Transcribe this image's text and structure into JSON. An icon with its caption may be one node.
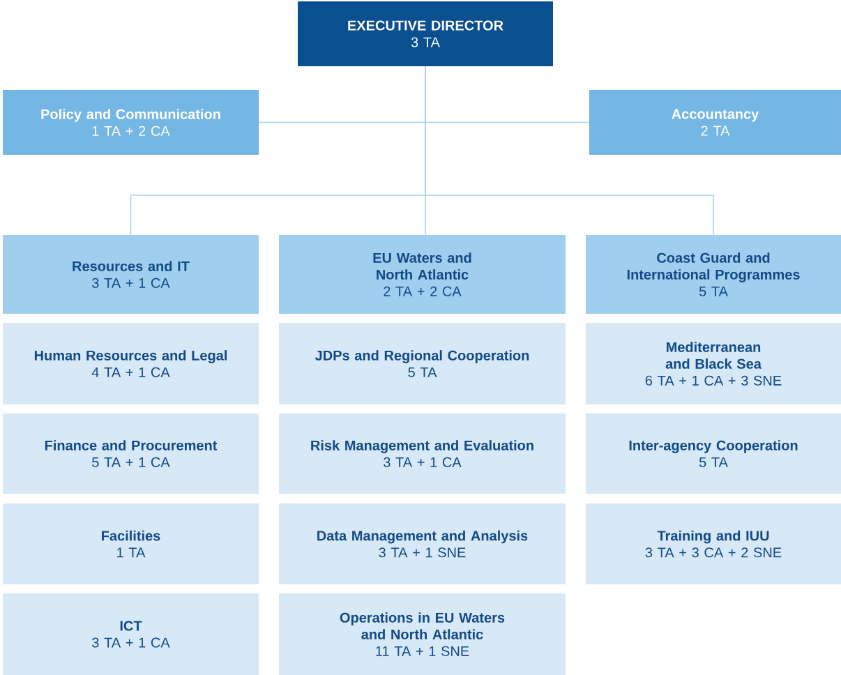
{
  "diagram": {
    "nodes": [
      {
        "text": [
          "EXECUTIVE DIRECTOR",
          "3 TA"
        ]
      },
      {
        "text": [
          "Policy and Communication",
          "1 TA + 2 CA"
        ]
      },
      {
        "text": [
          "Accountancy",
          "2 TA"
        ]
      },
      {
        "text": [
          "Resources and IT",
          "3 TA + 1 CA"
        ]
      },
      {
        "text": [
          "EU Waters and North Atlantic",
          "2 TA + 2 CA"
        ]
      },
      {
        "text": [
          "Coast Guard and International Programmes",
          "5 TA"
        ]
      },
      {
        "text": [
          "Human Resources and Legal",
          "4 TA + 1 CA"
        ]
      },
      {
        "text": [
          "Finance and Procurement",
          "5 TA + 1 CA"
        ]
      },
      {
        "text": [
          "Facilities",
          "1 TA"
        ]
      },
      {
        "text": [
          "ICT",
          "3 TA + 1 CA"
        ]
      },
      {
        "text": [
          "JDPs and Regional Cooperation",
          "5 TA"
        ]
      },
      {
        "text": [
          "Risk Management and Evaluation",
          "3 TA + 1 CA"
        ]
      },
      {
        "text": [
          "Data Management and Analysis",
          "3 TA + 1 SNE"
        ]
      },
      {
        "text": [
          "Operations in EU Waters and North Atlantic",
          "11 TA + 1 SNE"
        ]
      },
      {
        "text": [
          "Mediterranean and Black Sea",
          "6 TA + 1 CA + 3 SNE"
        ]
      },
      {
        "text": [
          "Inter-agency Cooperation",
          "5 TA"
        ]
      },
      {
        "text": [
          "Training and IUU",
          "3 TA + 3 CA + 2 SNE"
        ]
      }
    ],
    "edges": [
      {
        "from": 0,
        "to": 1,
        "arrow": "none"
      },
      {
        "from": 0,
        "to": 2,
        "arrow": "none"
      },
      {
        "from": 0,
        "to": 3,
        "arrow": "none"
      },
      {
        "from": 0,
        "to": 4,
        "arrow": "none"
      },
      {
        "from": 0,
        "to": 5,
        "arrow": "none"
      }
    ]
  }
}
